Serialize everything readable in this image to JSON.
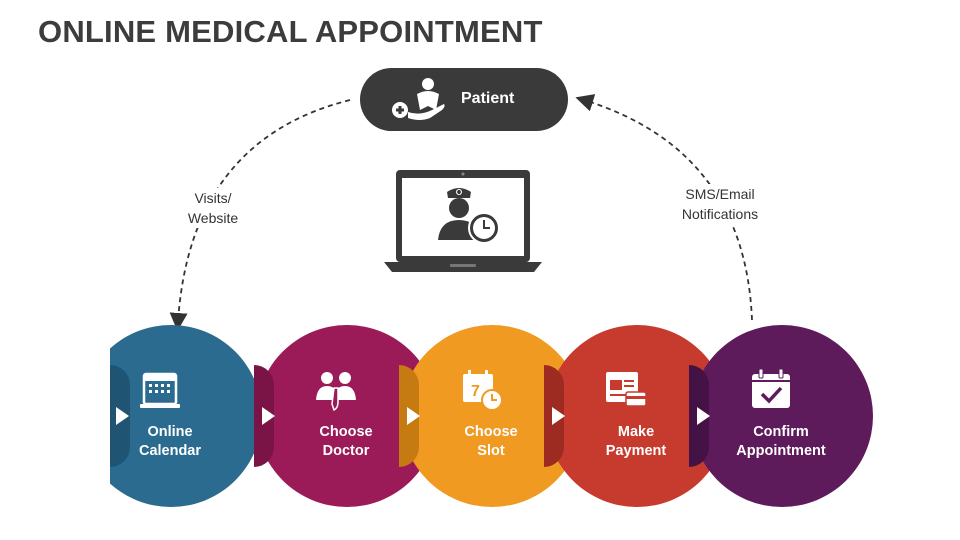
{
  "title": "ONLINE MEDICAL APPOINTMENT",
  "patient": {
    "label": "Patient",
    "icon": "patient-care-icon"
  },
  "flows": {
    "left_label": "Visits/\nWebsite",
    "right_label": "SMS/Email\nNotifications"
  },
  "center_icon": "laptop-doctor-clock-icon",
  "steps": [
    {
      "label": "Online\nCalendar",
      "color": "#2a6b8f",
      "edge": "#1f5573",
      "icon": "calendar-icon"
    },
    {
      "label": "Choose\nDoctor",
      "color": "#9b1b59",
      "edge": "#7b1446",
      "icon": "doctors-icon"
    },
    {
      "label": "Choose\nSlot",
      "color": "#f09a22",
      "edge": "#c67a12",
      "icon": "calendar-clock-icon"
    },
    {
      "label": "Make\nPayment",
      "color": "#c73a2e",
      "edge": "#9e2b22",
      "icon": "payment-icon"
    },
    {
      "label": "Confirm\nAppointment",
      "color": "#5e1b5c",
      "edge": "#441244",
      "icon": "calendar-check-icon"
    }
  ]
}
